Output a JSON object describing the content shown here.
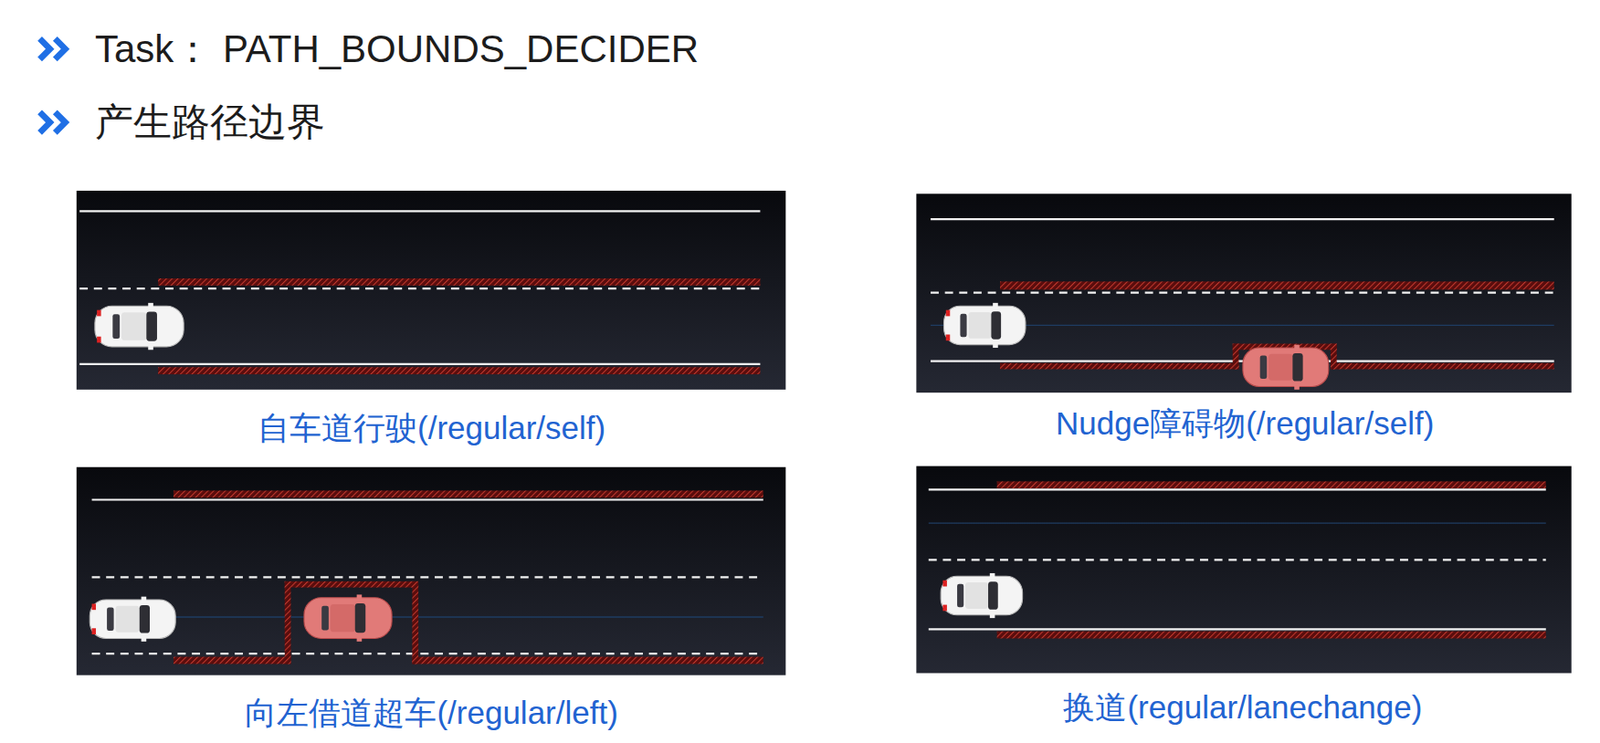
{
  "diagram": {
    "title": "Task： PATH_BOUNDS_DECIDER",
    "nodes": [
      {
        "text": [
          "自车道行驶(/regular/self)"
        ]
      },
      {
        "text": [
          "Nudge障碍物(/regular/self)"
        ]
      },
      {
        "text": [
          "向左借道超车(/regular/left)"
        ]
      },
      {
        "text": [
          "换道(regular/lanechange)"
        ]
      }
    ],
    "labels": [
      "产生路径边界"
    ]
  }
}
